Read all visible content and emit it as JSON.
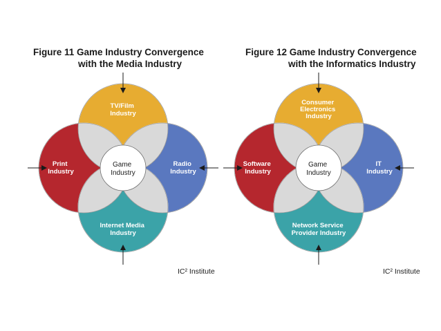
{
  "colors": {
    "top": "#e7ac31",
    "left": "#b5272e",
    "right": "#5a78bf",
    "bottom": "#3ba3a8",
    "overlap": "#d9d9d9",
    "overlap_stroke": "#9a9a9a",
    "core": "#8f8f8f",
    "center": "#ffffff"
  },
  "figures": [
    {
      "title_line1": "Figure 11 Game Industry Convergence",
      "title_line2": "with the Media Industry",
      "top_label": [
        "TV/Film",
        "Industry"
      ],
      "left_label": [
        "Print",
        "Industry"
      ],
      "right_label": [
        "Radio",
        "Industry"
      ],
      "bottom_label": [
        "Internet Media",
        "Industry"
      ],
      "center_label": [
        "Game",
        "Industry"
      ],
      "credit": "IC² Institute"
    },
    {
      "title_line1": "Figure 12 Game Industry Convergence",
      "title_line2": "with the Informatics Industry",
      "top_label": [
        "Consumer",
        "Electronics",
        "Industry"
      ],
      "left_label": [
        "Software",
        "Industry"
      ],
      "right_label": [
        "IT",
        "Industry"
      ],
      "bottom_label": [
        "Network Service",
        "Provider Industry"
      ],
      "center_label": [
        "Game",
        "Industry"
      ],
      "credit": "IC² Institute"
    }
  ]
}
